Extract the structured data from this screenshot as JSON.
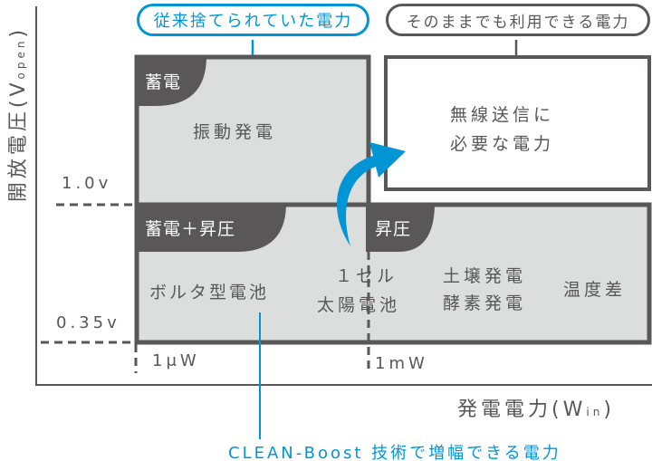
{
  "colors": {
    "accent": "#0096d6",
    "dark": "#595757",
    "fill": "#dcdddd"
  },
  "y_axis": {
    "label": "開放電圧",
    "unit_main": "V",
    "unit_sub": "open",
    "ticks": [
      "1.0v",
      "0.35v"
    ]
  },
  "x_axis": {
    "label": "発電電力",
    "unit_main": "W",
    "unit_sub": "in",
    "ticks": [
      "1μW",
      "1mW"
    ]
  },
  "callouts": {
    "wasted": "従来捨てられていた電力",
    "usable": "そのままでも利用できる電力",
    "boost": "CLEAN-Boost 技術で増幅できる電力"
  },
  "regions": {
    "storage": {
      "tag": "蓄電",
      "items": [
        "振動発電"
      ]
    },
    "storage_boost": {
      "tag": "蓄電＋昇圧",
      "items": [
        "ボルタ型電池"
      ]
    },
    "solar": {
      "line1": "１セル",
      "line2": "太陽電池"
    },
    "boost": {
      "tag": "昇圧",
      "items": [
        "土壌発電",
        "酵素発電",
        "温度差"
      ]
    },
    "direct": {
      "line1": "無線送信に",
      "line2": "必要な電力"
    }
  }
}
